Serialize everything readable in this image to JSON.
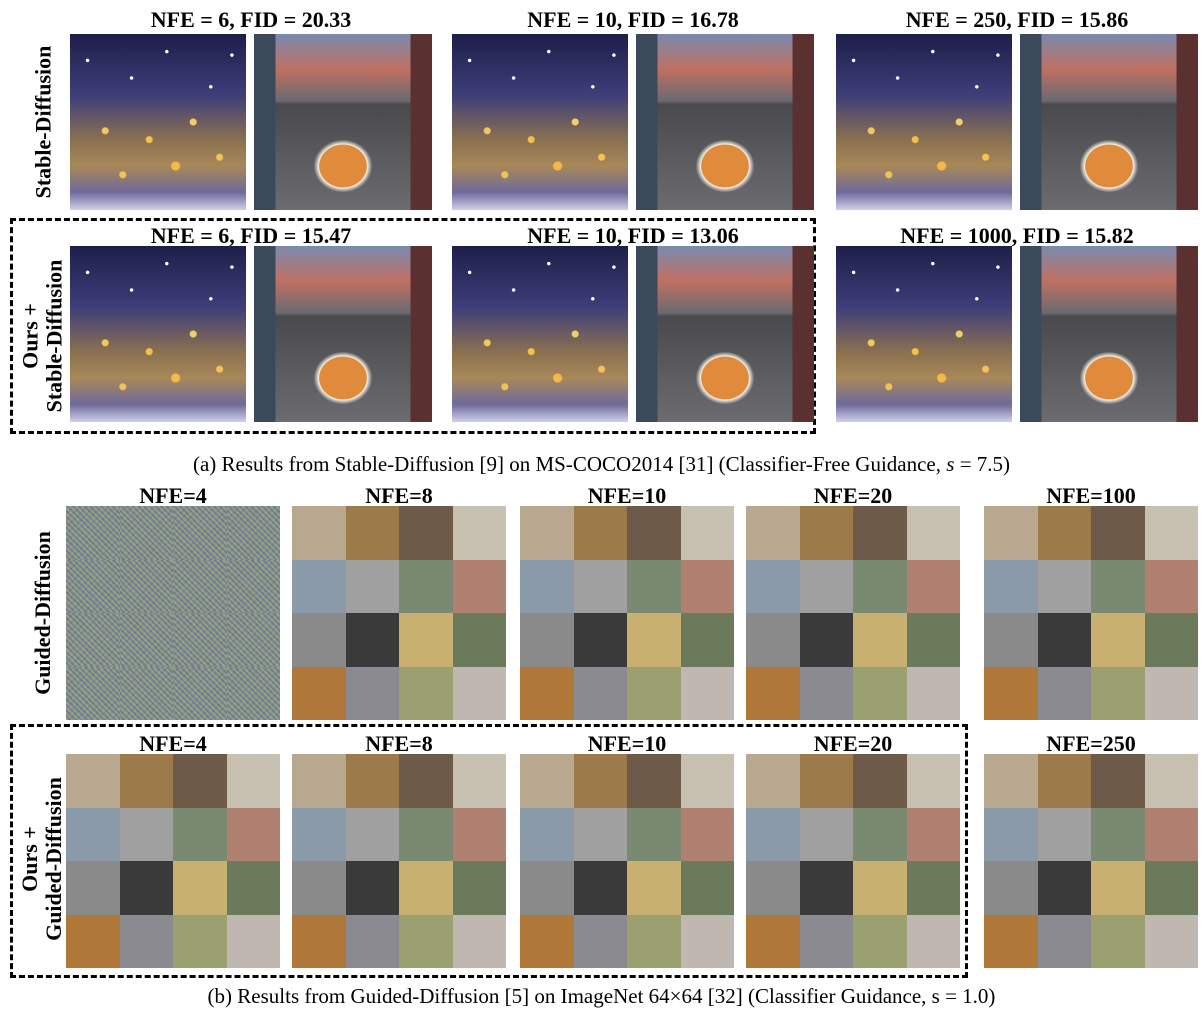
{
  "top": {
    "row1_label": "Stable-Diffusion",
    "row2_label_line1": "Ours +",
    "row2_label_line2": "Stable-Diffusion",
    "row1_headers": [
      "NFE = 6, FID = 20.33",
      "NFE = 10, FID = 16.78",
      "NFE = 250, FID = 15.86"
    ],
    "row2_headers": [
      "NFE = 6,  FID = 15.47",
      "NFE = 10, FID = 13.06",
      "NFE = 1000, FID = 15.82"
    ],
    "caption_prefix": "(a) Results from Stable-Diffusion [9] on MS-COCO2014 [31] (Classifier-Free Guidance, ",
    "caption_var": "s",
    "caption_suffix": " = 7.5)"
  },
  "bottom": {
    "row1_label": "Guided-Diffusion",
    "row2_label_line1": "Ours +",
    "row2_label_line2": "Guided-Diffusion",
    "row1_headers": [
      "NFE=4",
      "NFE=8",
      "NFE=10",
      "NFE=20",
      "NFE=100"
    ],
    "row2_headers": [
      "NFE=4",
      "NFE=8",
      "NFE=10",
      "NFE=20",
      "NFE=250"
    ],
    "caption": "(b) Results from Guided-Diffusion [5] on ImageNet 64×64 [32] (Classifier Guidance, s = 1.0)"
  },
  "tile_colors": [
    "#b8a890",
    "#9c7a4a",
    "#6e5a48",
    "#c8c0b0",
    "#8a9aa8",
    "#a0a0a0",
    "#7a8a70",
    "#b08070",
    "#8a8a8a",
    "#3a3a3a",
    "#c8b070",
    "#6a7a5a",
    "#b07838",
    "#8a8a90",
    "#9aa070",
    "#c0b8b0"
  ]
}
